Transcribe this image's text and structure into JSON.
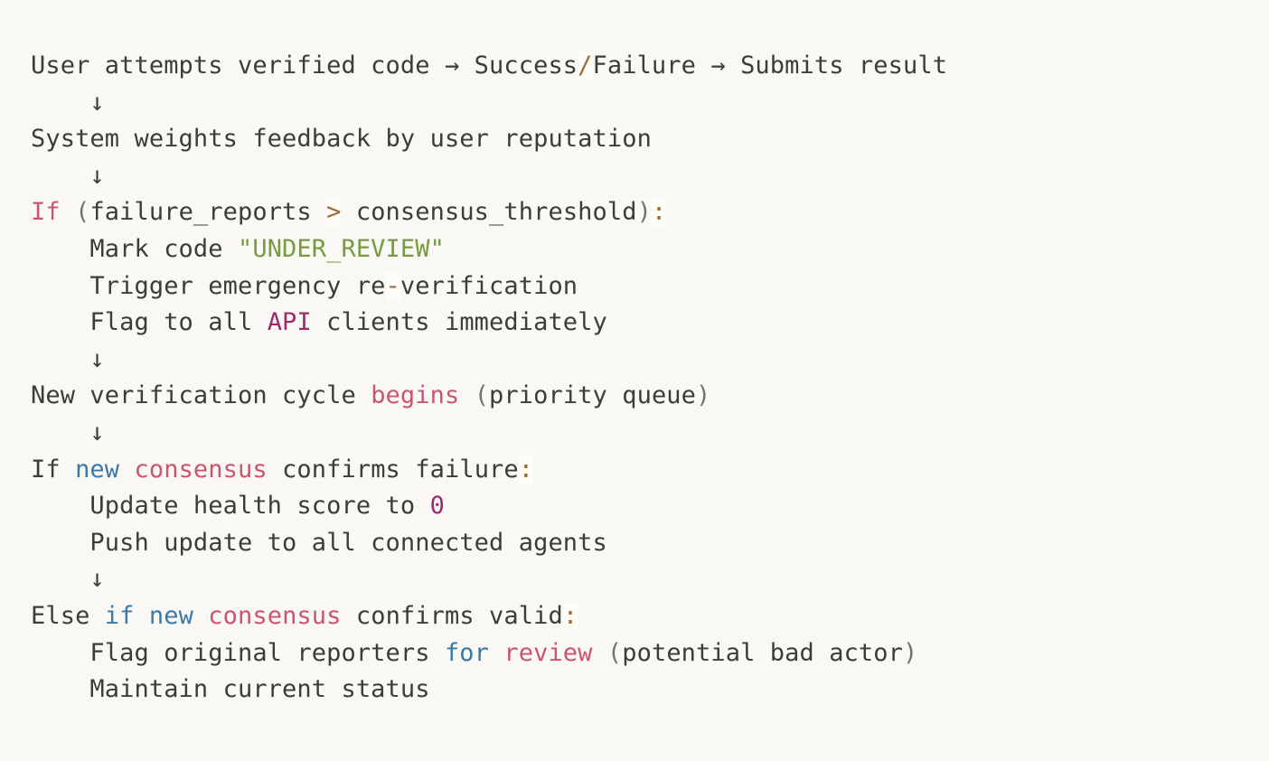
{
  "palette": {
    "background": "#f9f8f4",
    "text": "#3d3c37",
    "rose": "#c9566e",
    "blue": "#3a79a8",
    "green": "#779c3f",
    "magenta": "#9e2a6d",
    "amber": "#9a6a38",
    "muted": "#74736b",
    "operator_highlight": "#fdfcf6"
  },
  "code": {
    "lines": [
      {
        "name": "line-flow-user-attempts",
        "segments": [
          {
            "t": "User attempts verified code → Success",
            "c": "text"
          },
          {
            "t": "/",
            "c": "amber",
            "hl": true
          },
          {
            "t": "Failure → Submits result",
            "c": "text"
          }
        ]
      },
      {
        "name": "line-arrow-1",
        "segments": [
          {
            "t": "    ↓",
            "c": "text"
          }
        ]
      },
      {
        "name": "line-system-weights",
        "segments": [
          {
            "t": "System weights feedback by user reputation",
            "c": "text"
          }
        ]
      },
      {
        "name": "line-arrow-2",
        "segments": [
          {
            "t": "    ↓",
            "c": "text"
          }
        ]
      },
      {
        "name": "line-if-failure-reports",
        "segments": [
          {
            "t": "If",
            "c": "rose"
          },
          {
            "t": " ",
            "c": "text"
          },
          {
            "t": "(",
            "c": "muted"
          },
          {
            "t": "failure_reports ",
            "c": "text"
          },
          {
            "t": ">",
            "c": "amber",
            "hl": true
          },
          {
            "t": " consensus_threshold",
            "c": "text"
          },
          {
            "t": ")",
            "c": "muted"
          },
          {
            "t": ":",
            "c": "amber",
            "hl": true
          }
        ]
      },
      {
        "name": "line-mark-code",
        "segments": [
          {
            "t": "    Mark code ",
            "c": "text"
          },
          {
            "t": "\"UNDER_REVIEW\"",
            "c": "green"
          }
        ]
      },
      {
        "name": "line-trigger-emergency",
        "segments": [
          {
            "t": "    Trigger emergency re",
            "c": "text"
          },
          {
            "t": "-",
            "c": "amber",
            "hl": true
          },
          {
            "t": "verification",
            "c": "text"
          }
        ]
      },
      {
        "name": "line-flag-api",
        "segments": [
          {
            "t": "    Flag to all ",
            "c": "text"
          },
          {
            "t": "API",
            "c": "magenta"
          },
          {
            "t": " clients immediately",
            "c": "text"
          }
        ]
      },
      {
        "name": "line-arrow-3",
        "segments": [
          {
            "t": "    ↓",
            "c": "text"
          }
        ]
      },
      {
        "name": "line-new-cycle",
        "segments": [
          {
            "t": "New verification cycle ",
            "c": "text"
          },
          {
            "t": "begins",
            "c": "rose"
          },
          {
            "t": " ",
            "c": "text"
          },
          {
            "t": "(",
            "c": "muted"
          },
          {
            "t": "priority queue",
            "c": "text"
          },
          {
            "t": ")",
            "c": "muted"
          }
        ]
      },
      {
        "name": "line-arrow-4",
        "segments": [
          {
            "t": "    ↓",
            "c": "text"
          }
        ]
      },
      {
        "name": "line-if-new-consensus-failure",
        "segments": [
          {
            "t": "If ",
            "c": "text"
          },
          {
            "t": "new",
            "c": "blue"
          },
          {
            "t": " ",
            "c": "text"
          },
          {
            "t": "consensus",
            "c": "rose"
          },
          {
            "t": " confirms failure",
            "c": "text"
          },
          {
            "t": ":",
            "c": "amber",
            "hl": true
          }
        ]
      },
      {
        "name": "line-update-health",
        "segments": [
          {
            "t": "    Update health score to ",
            "c": "text"
          },
          {
            "t": "0",
            "c": "magenta"
          }
        ]
      },
      {
        "name": "line-push-update",
        "segments": [
          {
            "t": "    Push update to all connected agents",
            "c": "text"
          }
        ]
      },
      {
        "name": "line-arrow-5",
        "segments": [
          {
            "t": "    ↓",
            "c": "text"
          }
        ]
      },
      {
        "name": "line-else-if-valid",
        "segments": [
          {
            "t": "Else ",
            "c": "text"
          },
          {
            "t": "if",
            "c": "blue"
          },
          {
            "t": " ",
            "c": "text"
          },
          {
            "t": "new",
            "c": "blue"
          },
          {
            "t": " ",
            "c": "text"
          },
          {
            "t": "consensus",
            "c": "rose"
          },
          {
            "t": " confirms valid",
            "c": "text"
          },
          {
            "t": ":",
            "c": "amber",
            "hl": true
          }
        ]
      },
      {
        "name": "line-flag-reporters",
        "segments": [
          {
            "t": "    Flag original reporters ",
            "c": "text"
          },
          {
            "t": "for",
            "c": "blue"
          },
          {
            "t": " ",
            "c": "text"
          },
          {
            "t": "review",
            "c": "rose"
          },
          {
            "t": " ",
            "c": "text"
          },
          {
            "t": "(",
            "c": "muted"
          },
          {
            "t": "potential bad actor",
            "c": "text"
          },
          {
            "t": ")",
            "c": "muted"
          }
        ]
      },
      {
        "name": "line-maintain-status",
        "segments": [
          {
            "t": "    Maintain current status",
            "c": "text"
          }
        ]
      }
    ]
  }
}
